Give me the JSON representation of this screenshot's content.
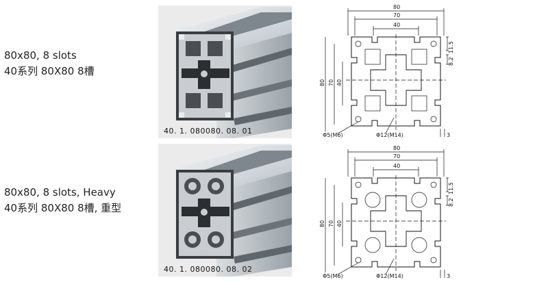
{
  "products": [
    {
      "title_en": "80x80, 8 slots",
      "title_cn": "40系列 80X80 8槽",
      "code": "40. 1. 080080. 08. 01",
      "dims": {
        "w80": "80",
        "w70": "70",
        "w40": "40",
        "h80": "80",
        "h70": "70",
        "h40": "40",
        "d115": "11.5",
        "d82": "8.2",
        "phi5": "Φ5(M6)",
        "phi12": "Φ12(M14)",
        "d3": "3"
      }
    },
    {
      "title_en": "80x80, 8 slots, Heavy",
      "title_cn": "40系列 80X80 8槽, 重型",
      "code": "40. 1. 080080. 08. 02",
      "dims": {
        "w80": "80",
        "w70": "70",
        "w40": "40",
        "h80": "80",
        "h70": "70",
        "h40": "40",
        "d115": "11.5",
        "d82": "8.2",
        "phi5": "Φ5(M6)",
        "phi12": "Φ12(M14)",
        "d3": "3"
      }
    }
  ]
}
